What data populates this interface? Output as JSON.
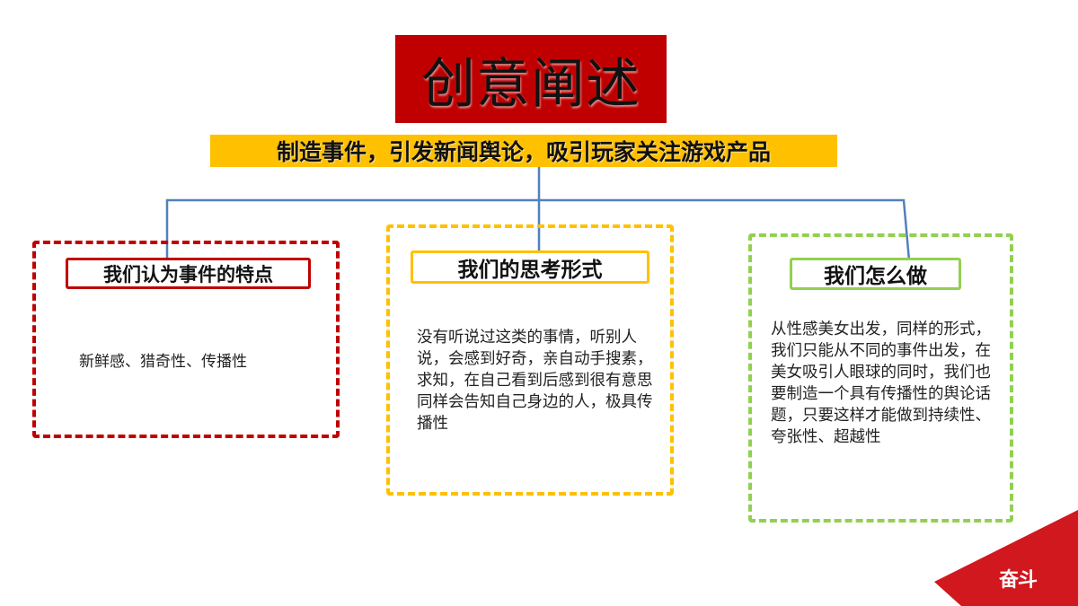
{
  "slide": {
    "title": "创意阐述",
    "subtitle": "制造事件，引发新闻舆论，吸引玩家关注游戏产品",
    "panels": [
      {
        "heading": "我们认为事件的特点",
        "body": "新鲜感、猎奇性、传播性",
        "color": "#c00000"
      },
      {
        "heading": "我们的思考形式",
        "body": "没有听说过这类的事情，听别人说，会感到好奇，亲自动手搜素，求知，在自己看到后感到很有意思同样会告知自己身边的人，极具传播性",
        "color": "#ffc000"
      },
      {
        "heading": "我们怎么做",
        "body": "从性感美女出发，同样的形式，我们只能从不同的事件出发，在美女吸引人眼球的同时，我们也要制造一个具有传播性的舆论话题，只要这样才能做到持续性、夸张性、超越性",
        "color": "#92d050"
      }
    ],
    "logo": "奋斗",
    "colors": {
      "title_bg": "#c00000",
      "subtitle_bg": "#ffc000",
      "connector": "#4f81bd",
      "logo_bg": "#d0181e"
    }
  }
}
